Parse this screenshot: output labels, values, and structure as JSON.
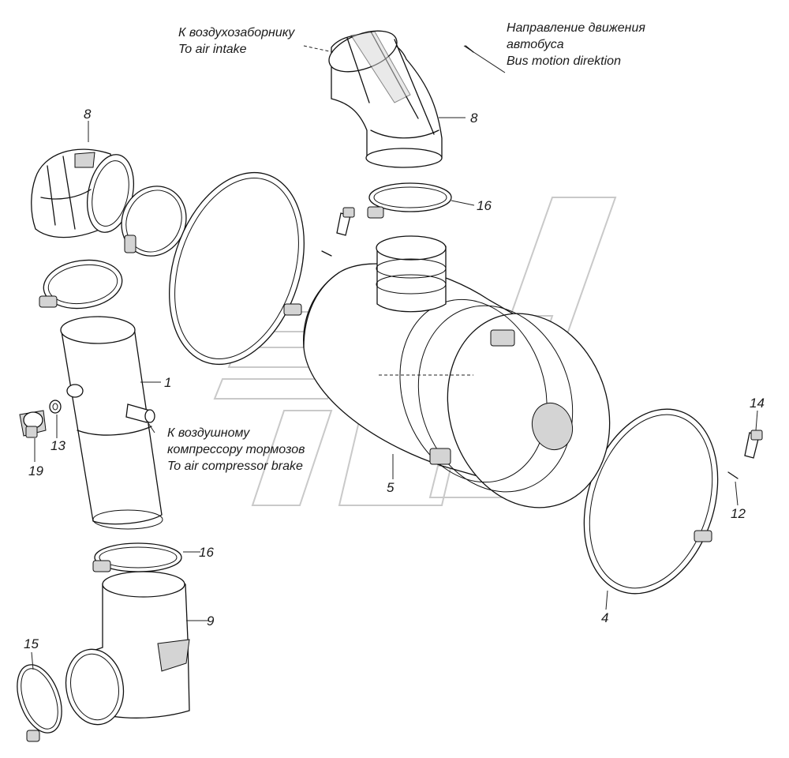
{
  "notes": {
    "air_intake_ru": "К воздухозаборнику",
    "air_intake_en": "To air intake",
    "direction_ru_1": "Направление движения",
    "direction_ru_2": "автобуса",
    "direction_en": "Bus motion direktion",
    "compressor_ru_1": "К воздушному",
    "compressor_ru_2": "компрессору  тормозов",
    "compressor_en": "To air compressor brake"
  },
  "callouts": {
    "c8_top": "8",
    "c8_left": "8",
    "c16_top": "16",
    "c1": "1",
    "c13": "13",
    "c19": "19",
    "c5": "5",
    "c14": "14",
    "c12": "12",
    "c16_bottom": "16",
    "c9": "9",
    "c15": "15",
    "c4": "4"
  },
  "colors": {
    "line": "#111111",
    "shade": "#d4d4d4",
    "watermark": "#c9c9c9",
    "background": "#ffffff"
  }
}
